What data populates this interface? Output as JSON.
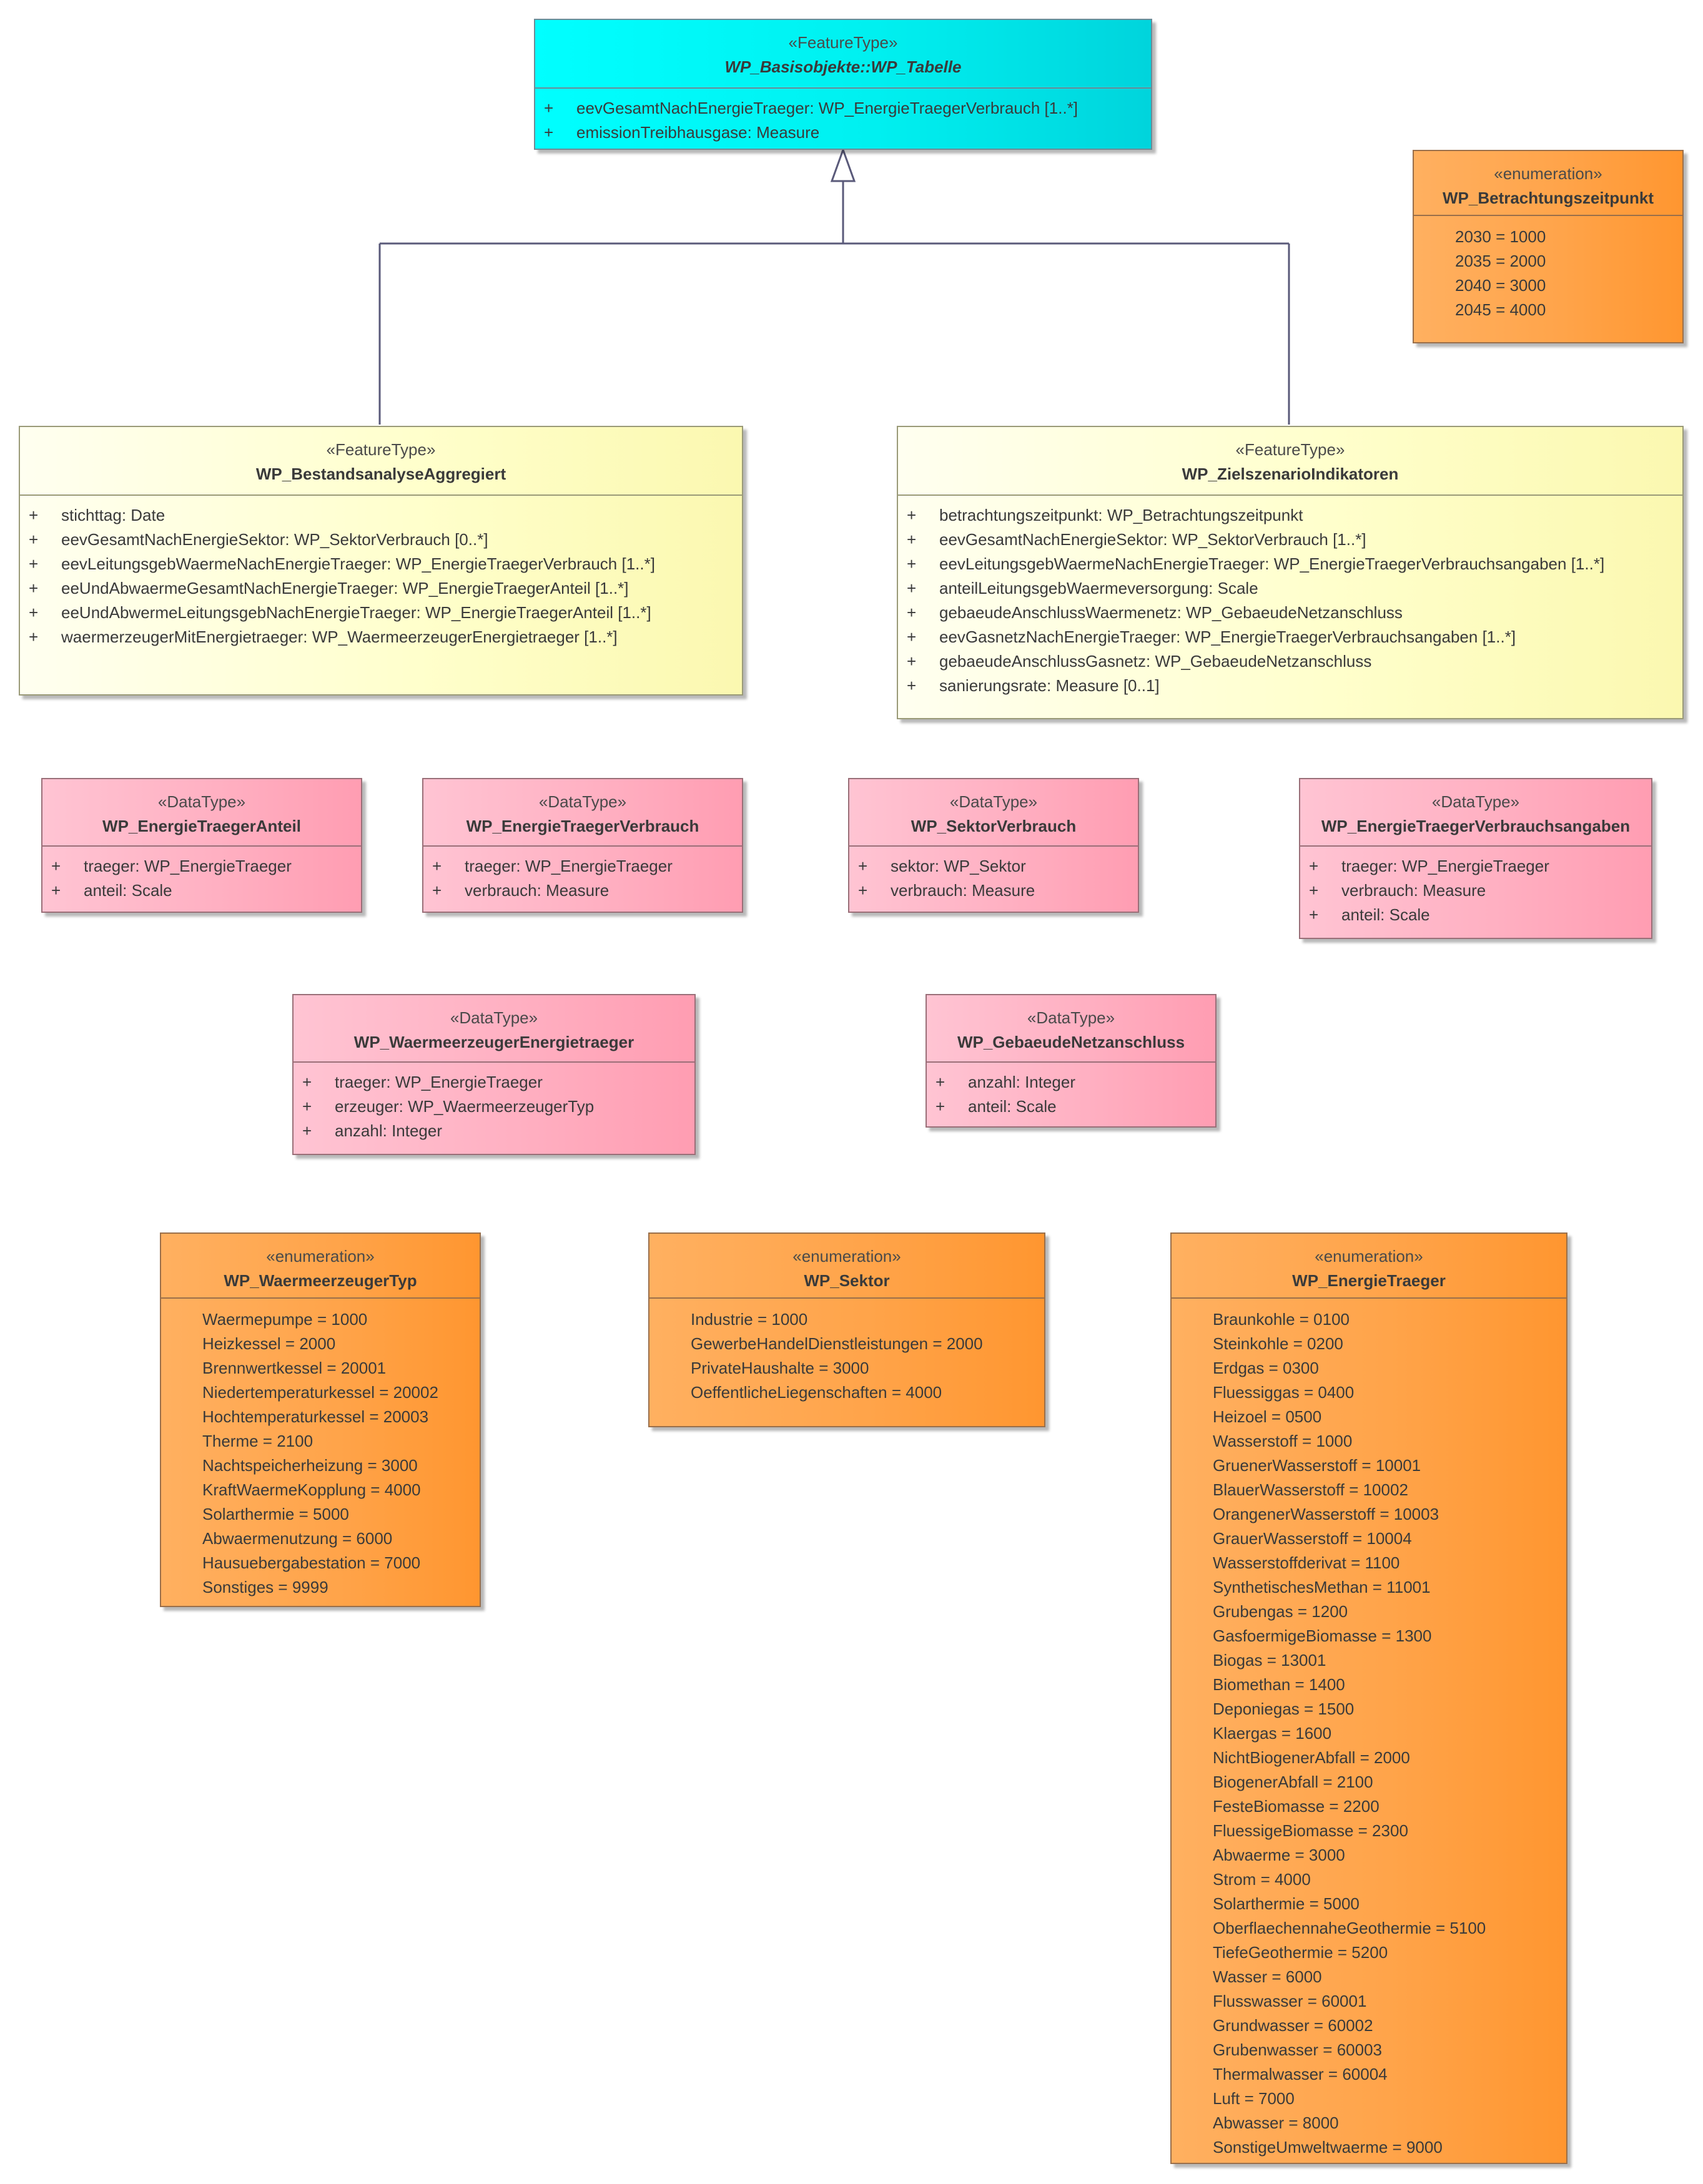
{
  "base": {
    "stereotype": "«FeatureType»",
    "name": "WP_Basisobjekte::WP_Tabelle",
    "attributes": [
      {
        "vis": "+",
        "text": "eevGesamtNachEnergieTraeger: WP_EnergieTraegerVerbrauch [1..*]"
      },
      {
        "vis": "+",
        "text": "emissionTreibhausgase: Measure"
      }
    ]
  },
  "bestand": {
    "stereotype": "«FeatureType»",
    "name": "WP_BestandsanalyseAggregiert",
    "attributes": [
      {
        "vis": "+",
        "text": "stichttag: Date"
      },
      {
        "vis": "+",
        "text": "eevGesamtNachEnergieSektor: WP_SektorVerbrauch [0..*]"
      },
      {
        "vis": "+",
        "text": "eevLeitungsgebWaermeNachEnergieTraeger: WP_EnergieTraegerVerbrauch [1..*]"
      },
      {
        "vis": "+",
        "text": "eeUndAbwaermeGesamtNachEnergieTraeger: WP_EnergieTraegerAnteil [1..*]"
      },
      {
        "vis": "+",
        "text": "eeUndAbwermeLeitungsgebNachEnergieTraeger: WP_EnergieTraegerAnteil [1..*]"
      },
      {
        "vis": "+",
        "text": "waermerzeugerMitEnergietraeger: WP_WaermeerzeugerEnergietraeger [1..*]"
      }
    ]
  },
  "ziel": {
    "stereotype": "«FeatureType»",
    "name": "WP_ZielszenarioIndikatoren",
    "attributes": [
      {
        "vis": "+",
        "text": "betrachtungszeitpunkt: WP_Betrachtungszeitpunkt"
      },
      {
        "vis": "+",
        "text": "eevGesamtNachEnergieSektor: WP_SektorVerbrauch [1..*]"
      },
      {
        "vis": "+",
        "text": "eevLeitungsgebWaermeNachEnergieTraeger: WP_EnergieTraegerVerbrauchsangaben [1..*]"
      },
      {
        "vis": "+",
        "text": "anteilLeitungsgebWaermeversorgung: Scale"
      },
      {
        "vis": "+",
        "text": "gebaeudeAnschlussWaermenetz: WP_GebaeudeNetzanschluss"
      },
      {
        "vis": "+",
        "text": "eevGasnetzNachEnergieTraeger: WP_EnergieTraegerVerbrauchsangaben [1..*]"
      },
      {
        "vis": "+",
        "text": "gebaeudeAnschlussGasnetz: WP_GebaeudeNetzanschluss"
      },
      {
        "vis": "+",
        "text": "sanierungsrate: Measure [0..1]"
      }
    ]
  },
  "betrachtung": {
    "stereotype": "«enumeration»",
    "name": "WP_Betrachtungszeitpunkt",
    "literals": [
      "2030 = 1000",
      "2035 = 2000",
      "2040 = 3000",
      "2045 = 4000"
    ]
  },
  "etAnteil": {
    "stereotype": "«DataType»",
    "name": "WP_EnergieTraegerAnteil",
    "attributes": [
      {
        "vis": "+",
        "text": "traeger: WP_EnergieTraeger"
      },
      {
        "vis": "+",
        "text": "anteil: Scale"
      }
    ]
  },
  "etVerbrauch": {
    "stereotype": "«DataType»",
    "name": "WP_EnergieTraegerVerbrauch",
    "attributes": [
      {
        "vis": "+",
        "text": "traeger: WP_EnergieTraeger"
      },
      {
        "vis": "+",
        "text": "verbrauch: Measure"
      }
    ]
  },
  "sektorVerbrauch": {
    "stereotype": "«DataType»",
    "name": "WP_SektorVerbrauch",
    "attributes": [
      {
        "vis": "+",
        "text": "sektor: WP_Sektor"
      },
      {
        "vis": "+",
        "text": "verbrauch: Measure"
      }
    ]
  },
  "etVerbrauchsangaben": {
    "stereotype": "«DataType»",
    "name": "WP_EnergieTraegerVerbrauchsangaben",
    "attributes": [
      {
        "vis": "+",
        "text": "traeger: WP_EnergieTraeger"
      },
      {
        "vis": "+",
        "text": "verbrauch: Measure"
      },
      {
        "vis": "+",
        "text": "anteil: Scale"
      }
    ]
  },
  "wezEnergietraeger": {
    "stereotype": "«DataType»",
    "name": "WP_WaermeerzeugerEnergietraeger",
    "attributes": [
      {
        "vis": "+",
        "text": "traeger: WP_EnergieTraeger"
      },
      {
        "vis": "+",
        "text": "erzeuger: WP_WaermeerzeugerTyp"
      },
      {
        "vis": "+",
        "text": "anzahl: Integer"
      }
    ]
  },
  "gebNetz": {
    "stereotype": "«DataType»",
    "name": "WP_GebaeudeNetzanschluss",
    "attributes": [
      {
        "vis": "+",
        "text": "anzahl: Integer"
      },
      {
        "vis": "+",
        "text": "anteil: Scale"
      }
    ]
  },
  "wezTyp": {
    "stereotype": "«enumeration»",
    "name": "WP_WaermeerzeugerTyp",
    "literals": [
      "Waermepumpe = 1000",
      "Heizkessel = 2000",
      "Brennwertkessel = 20001",
      "Niedertemperaturkessel = 20002",
      "Hochtemperaturkessel = 20003",
      "Therme = 2100",
      "Nachtspeicherheizung = 3000",
      "KraftWaermeKopplung = 4000",
      "Solarthermie = 5000",
      "Abwaermenutzung = 6000",
      "Hausuebergabestation = 7000",
      "Sonstiges = 9999"
    ]
  },
  "sektor": {
    "stereotype": "«enumeration»",
    "name": "WP_Sektor",
    "literals": [
      "Industrie = 1000",
      "GewerbeHandelDienstleistungen = 2000",
      "PrivateHaushalte = 3000",
      "OeffentlicheLiegenschaften = 4000"
    ]
  },
  "energieTraeger": {
    "stereotype": "«enumeration»",
    "name": "WP_EnergieTraeger",
    "literals": [
      "Braunkohle = 0100",
      "Steinkohle = 0200",
      "Erdgas = 0300",
      "Fluessiggas = 0400",
      "Heizoel = 0500",
      "Wasserstoff = 1000",
      "GruenerWasserstoff = 10001",
      "BlauerWasserstoff = 10002",
      "OrangenerWasserstoff = 10003",
      "GrauerWasserstoff = 10004",
      "Wasserstoffderivat = 1100",
      "SynthetischesMethan = 11001",
      "Grubengas = 1200",
      "GasfoermigeBiomasse = 1300",
      "Biogas = 13001",
      "Biomethan = 1400",
      "Deponiegas = 1500",
      "Klaergas = 1600",
      "NichtBiogenerAbfall = 2000",
      "BiogenerAbfall = 2100",
      "FesteBiomasse = 2200",
      "FluessigeBiomasse = 2300",
      "Abwaerme = 3000",
      "Strom = 4000",
      "Solarthermie = 5000",
      "OberflaechennaheGeothermie = 5100",
      "TiefeGeothermie = 5200",
      "Wasser = 6000",
      "Flusswasser = 60001",
      "Grundwasser = 60002",
      "Grubenwasser = 60003",
      "Thermalwasser = 60004",
      "Luft = 7000",
      "Abwasser = 8000",
      "SonstigeUmweltwaerme = 9000"
    ]
  }
}
